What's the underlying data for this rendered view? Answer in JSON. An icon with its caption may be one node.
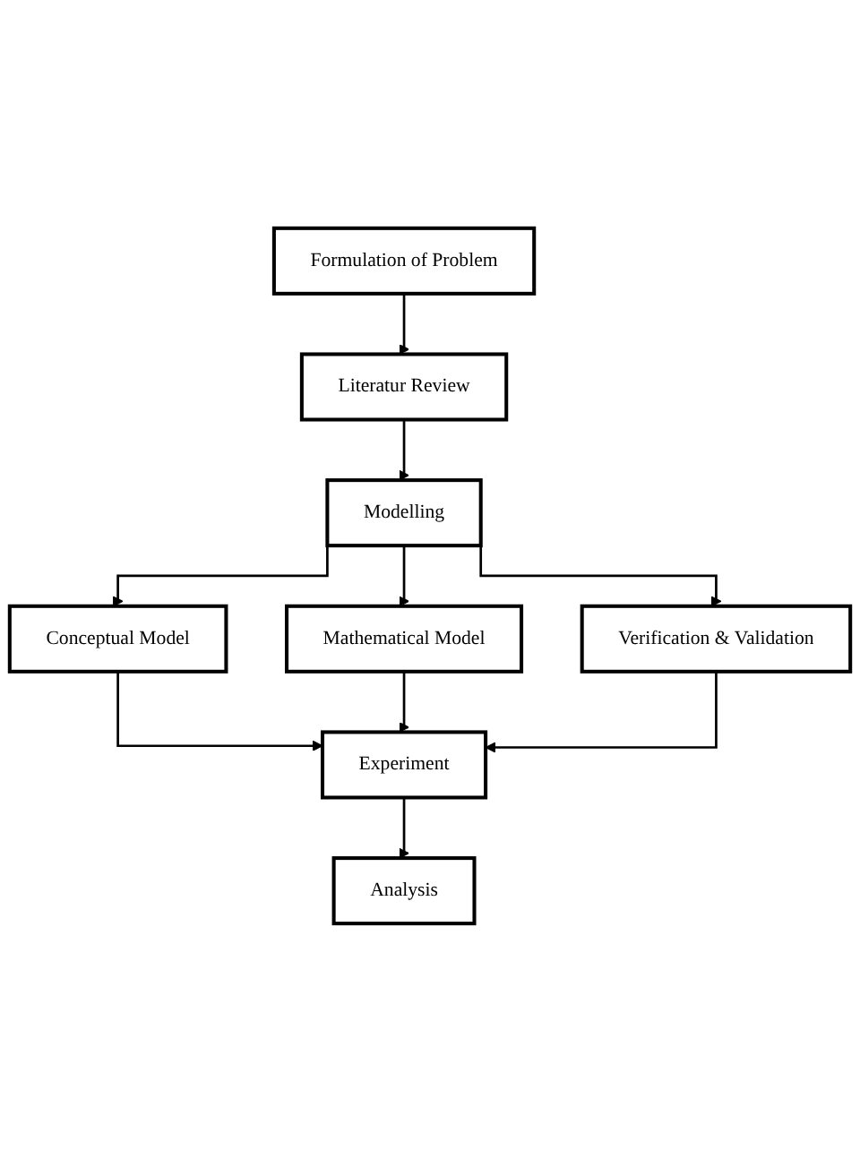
{
  "diagram": {
    "nodes": [
      {
        "text": [
          "Formulation of Problem"
        ]
      },
      {
        "text": [
          "Literatur Review"
        ]
      },
      {
        "text": [
          "Modelling"
        ]
      },
      {
        "text": [
          "Conceptual Model"
        ]
      },
      {
        "text": [
          "Mathematical Model"
        ]
      },
      {
        "text": [
          "Verification & Validation"
        ]
      },
      {
        "text": [
          "Experiment"
        ]
      },
      {
        "text": [
          "Analysis"
        ]
      }
    ],
    "edges": [
      {
        "from": 0,
        "to": 1,
        "arrow": "to"
      },
      {
        "from": 1,
        "to": 2,
        "arrow": "to"
      },
      {
        "from": 2,
        "to": 3,
        "arrow": "to"
      },
      {
        "from": 2,
        "to": 4,
        "arrow": "to"
      },
      {
        "from": 2,
        "to": 5,
        "arrow": "to"
      },
      {
        "from": 3,
        "to": 6,
        "arrow": "to"
      },
      {
        "from": 4,
        "to": 6,
        "arrow": "to"
      },
      {
        "from": 5,
        "to": 6,
        "arrow": "to"
      },
      {
        "from": 6,
        "to": 7,
        "arrow": "to"
      }
    ]
  }
}
